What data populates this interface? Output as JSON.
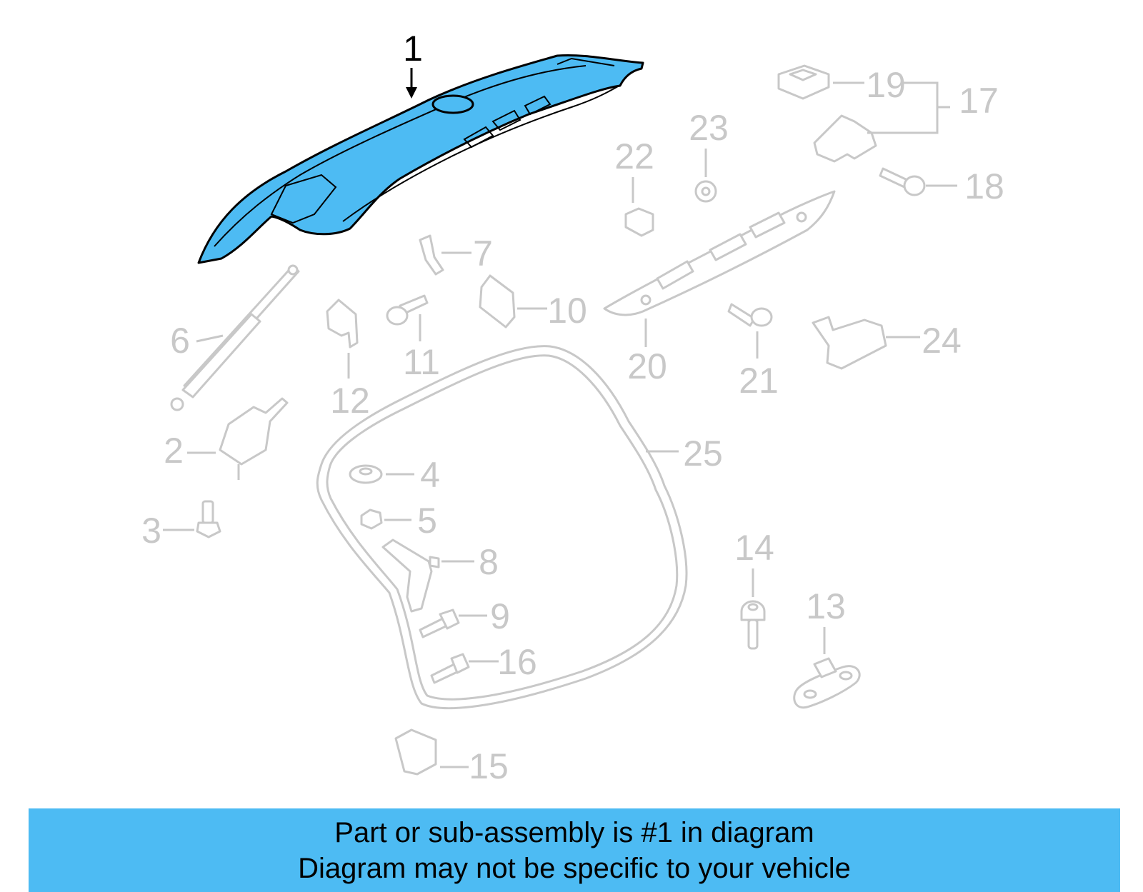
{
  "callouts": {
    "c1": "1",
    "c2": "2",
    "c3": "3",
    "c4": "4",
    "c5": "5",
    "c6": "6",
    "c7": "7",
    "c8": "8",
    "c9": "9",
    "c10": "10",
    "c11": "11",
    "c12": "12",
    "c13": "13",
    "c14": "14",
    "c15": "15",
    "c16": "16",
    "c17": "17",
    "c18": "18",
    "c19": "19",
    "c20": "20",
    "c21": "21",
    "c22": "22",
    "c23": "23",
    "c24": "24",
    "c25": "25"
  },
  "highlighted_part": "1",
  "colors": {
    "highlight": "#4dbbf3",
    "parts": "#c8c8c8",
    "banner": "#4dbbf3"
  },
  "banner": {
    "line1": "Part or sub-assembly is #1 in diagram",
    "line2": "Diagram may not be specific to your vehicle"
  }
}
